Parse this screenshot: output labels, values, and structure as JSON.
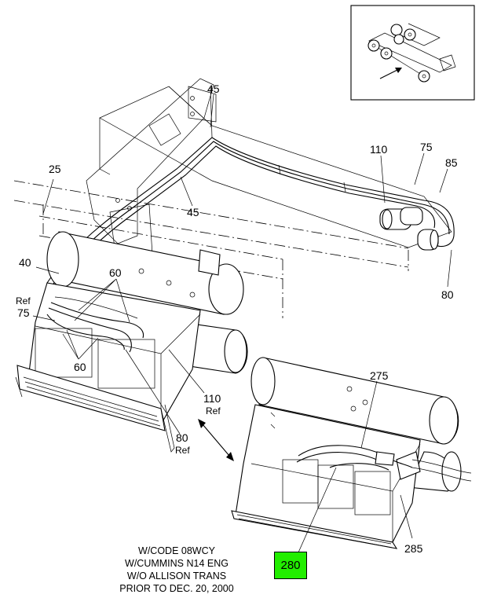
{
  "callouts": {
    "c45_top": "45",
    "c45_bot": "45",
    "c25": "25",
    "c110_top": "110",
    "c75_top": "75",
    "c85": "85",
    "c80_right": "80",
    "c40": "40",
    "c60_top": "60",
    "c60_bot": "60",
    "c75_left": "75",
    "ref_left": "Ref",
    "c110_mid": "110",
    "ref_110": "Ref",
    "c80_mid": "80",
    "ref_80": "Ref",
    "c275": "275",
    "c285": "285",
    "c280": "280"
  },
  "notes": [
    "W/CODE 08WCY",
    "W/CUMMINS N14 ENG",
    "W/O ALLISON TRANS",
    "PRIOR TO DEC. 20, 2000"
  ],
  "colors": {
    "highlight": "#22ee00",
    "ink": "#000000"
  }
}
